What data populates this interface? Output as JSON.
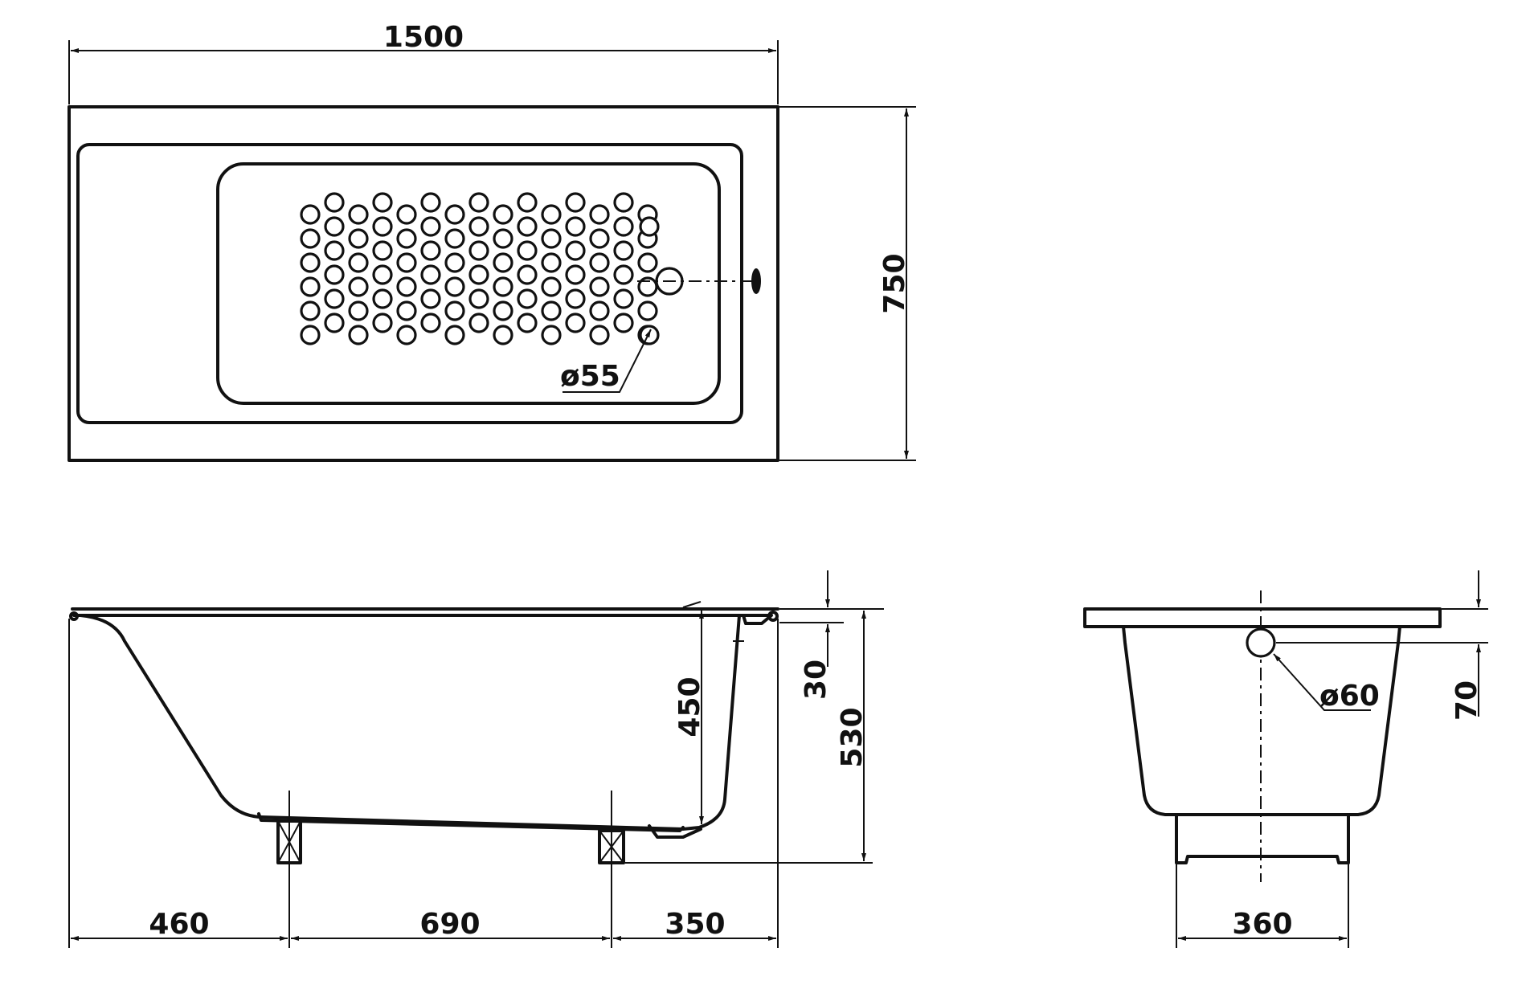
{
  "drawing": {
    "top_view": {
      "length": "1500",
      "width": "750",
      "mat_hole_diameter": "ø55"
    },
    "side_view": {
      "inner_depth": "450",
      "overflow_offset": "30",
      "total_height": "530",
      "leg_offset_left": "460",
      "leg_spacing": "690",
      "leg_offset_right": "350"
    },
    "end_view": {
      "overflow_diameter": "ø60",
      "overflow_height": "70",
      "base_width": "360"
    }
  }
}
